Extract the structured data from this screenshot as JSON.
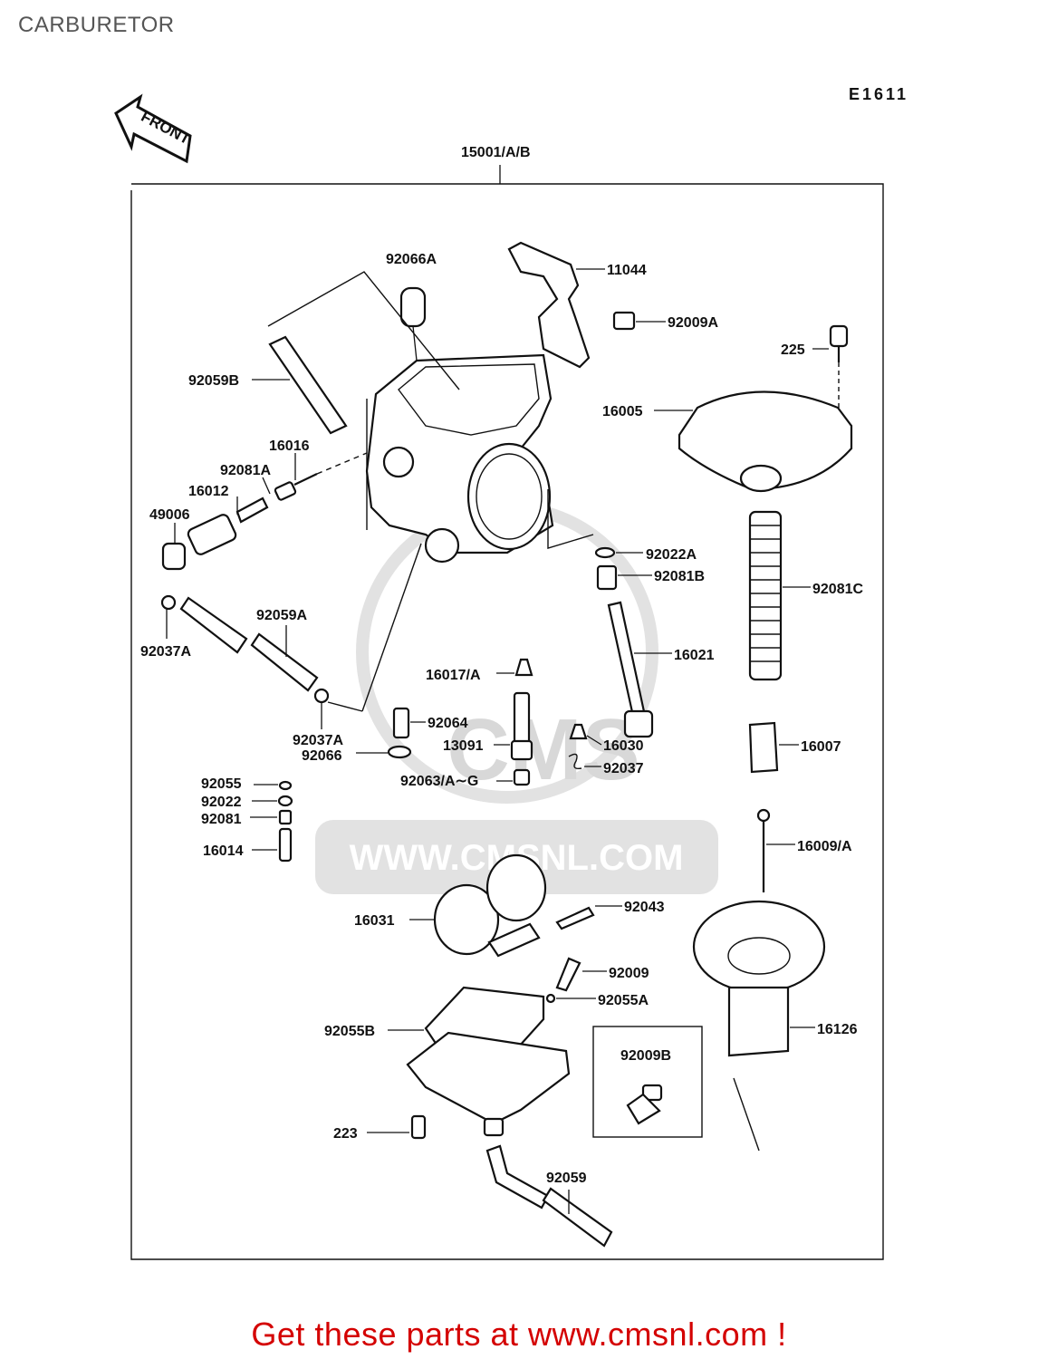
{
  "page": {
    "title": "CARBURETOR",
    "diagram_code": "E1611",
    "front_label": "FRONT",
    "assembly_label": "15001/A/B",
    "watermark": "WWW.CMSNL.COM",
    "watermark_logo": "CMS",
    "footer": "Get these parts at www.cmsnl.com !"
  },
  "parts": {
    "p92066A": "92066A",
    "p11044": "11044",
    "p92009A": "92009A",
    "p225": "225",
    "p92059B": "92059B",
    "p16005": "16005",
    "p16016": "16016",
    "p92081A": "92081A",
    "p16012": "16012",
    "p49006": "49006",
    "p92022A": "92022A",
    "p92081B": "92081B",
    "p92081C": "92081C",
    "p92059A": "92059A",
    "p92037A_1": "92037A",
    "p16021": "16021",
    "p16017A": "16017/A",
    "p92037A_2": "92037A",
    "p92064": "92064",
    "p92066": "92066",
    "p13091": "13091",
    "p16030": "16030",
    "p16007": "16007",
    "p92037": "92037",
    "p92055": "92055",
    "p92063AG": "92063/A∼G",
    "p92022": "92022",
    "p92081": "92081",
    "p16014": "16014",
    "p16009A": "16009/A",
    "p16031": "16031",
    "p92043": "92043",
    "p92009": "92009",
    "p92055A": "92055A",
    "p92055B": "92055B",
    "p16126": "16126",
    "p92009B": "92009B",
    "p223": "223",
    "p92059": "92059"
  }
}
